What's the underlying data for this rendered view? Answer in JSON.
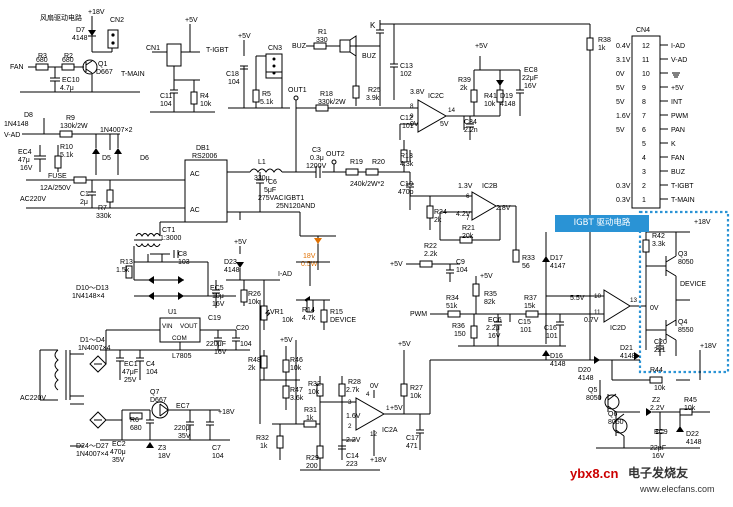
{
  "colors": {
    "wire": "#000000",
    "highlight": "#e07000",
    "callout": "#2a93d5",
    "dotted_box": "#2a93d5",
    "watermark_red": "#cc0000"
  },
  "callout": "IGBT 驱动电路",
  "watermark": {
    "site": "ybx8.cn",
    "brand": "电子发烧友",
    "url": "www.elecfans.com"
  },
  "power": {
    "p18": "+18V",
    "p5": "+5V",
    "k": "K"
  },
  "fan": {
    "title": "风扇驱动电路",
    "fan": "FAN",
    "r3": "R3",
    "r3v": "680",
    "r2": "R2",
    "r2v": "680",
    "d7": "D7",
    "d7v": "4148",
    "cn2": "CN2",
    "q1": "Q1",
    "q1v": "D667",
    "ec10": "EC10",
    "ec10v": "4.7μ"
  },
  "igbt_temp": {
    "cn1": "CN1",
    "tmain": "T-MAIN",
    "tigbt": "T-IGBT",
    "c11": "C11",
    "c11v": "104",
    "r4": "R4",
    "r4v": "10k"
  },
  "vad": {
    "vad": "V-AD",
    "d8": "D8",
    "d8v": "1N4148",
    "r9": "R9",
    "r9v": "130k/2W",
    "d56": "1N4007×2",
    "d5": "D5",
    "d6": "D6",
    "ec4": "EC4",
    "ec4v": "47μ",
    "ec4v2": "16V",
    "r10": "R10",
    "r10v": "5.1k",
    "fuse": "FUSE",
    "fusev": "12A/250V",
    "c1": "C1",
    "c1v": "2μ",
    "r7": "R7",
    "r7v": "330k",
    "ac": "AC220V"
  },
  "bridge": {
    "db1": "DB1",
    "db1v": "RS2006",
    "ac1": "AC",
    "ac2": "AC",
    "l1": "L1",
    "l1v": "330μ",
    "c6": "C6",
    "c6v": "5μF",
    "c6v2": "275VAC",
    "ct1": "CT1",
    "ct1v": "1:3000"
  },
  "cn3": {
    "cn3": "CN3",
    "c18": "C18",
    "c18v": "104",
    "r5": "R5",
    "r5v": "5.1k"
  },
  "buz": {
    "buz": "BUZ",
    "buzz": "BUZ",
    "r1": "R1",
    "r1v": "330",
    "r25": "R25",
    "r25v": "3.9k",
    "c13": "C13",
    "c13v": "102"
  },
  "out": {
    "out1": "OUT1",
    "out2": "OUT2",
    "r18": "R18",
    "r18v": "330k/2W",
    "c12": "C12",
    "c12v": "101",
    "c3": "C3",
    "c3v": "0.3μ",
    "c3v2": "1200V",
    "r19": "R19",
    "r19v": "240k/2W*2",
    "r20": "R20",
    "igbt1": "IGBT1",
    "igbt1v": "25N120AND",
    "v18": "18V",
    "w05": "0.5W"
  },
  "ic2c": {
    "name": "IC2C",
    "v38": "3.8V",
    "v0": "0V",
    "v5": "5V",
    "p8": "8",
    "p9": "9",
    "p14": "14",
    "r39": "R39",
    "r39v": "2k",
    "r41": "R41",
    "r41v": "10k",
    "d19": "D19",
    "d19v": "4148",
    "ec8": "EC8",
    "ec8v": "22μF",
    "ec8v2": "16V",
    "c34": "C34",
    "c34v": "2.2n",
    "r38": "R38",
    "r38v": "1k"
  },
  "ic2b": {
    "name": "IC2B",
    "v13": "1.3V",
    "v42": "4.2V",
    "v28": "2.8V",
    "p6": "6",
    "p7": "7",
    "r13": "R13",
    "r13v": "4.3k",
    "c10": "C10",
    "c10v": "470p",
    "r24": "R24",
    "r24v": "2k",
    "r21": "R21",
    "r21v": "20k",
    "r22": "R22",
    "r22v": "2.2k",
    "c9": "C9",
    "c9v": "104",
    "r33": "R33",
    "r33v": "56",
    "d17": "D17",
    "d17v": "4147"
  },
  "cn4": {
    "name": "CN4",
    "pins": [
      {
        "n": "12",
        "v": "0.4V",
        "l": "I-AD"
      },
      {
        "n": "11",
        "v": "3.1V",
        "l": "V-AD"
      },
      {
        "n": "10",
        "v": "0V",
        "l": "GND"
      },
      {
        "n": "9",
        "v": "5V",
        "l": "+5V"
      },
      {
        "n": "8",
        "v": "5V",
        "l": "INT"
      },
      {
        "n": "7",
        "v": "1.6V",
        "l": "PWM"
      },
      {
        "n": "6",
        "v": "5V",
        "l": "PAN"
      },
      {
        "n": "5",
        "v": "",
        "l": "K"
      },
      {
        "n": "4",
        "v": "",
        "l": "FAN"
      },
      {
        "n": "3",
        "v": "",
        "l": "BUZ"
      },
      {
        "n": "2",
        "v": "0.3V",
        "l": "T-IGBT"
      },
      {
        "n": "1",
        "v": "0.3V",
        "l": "T-MAIN"
      }
    ]
  },
  "current": {
    "r13b": "R13",
    "r13bv": "1.5k",
    "c8": "C8",
    "c8v": "103",
    "d1013": "D10～D13",
    "d1013v": "1N4148×4",
    "d23": "D23",
    "d23v": "4148",
    "iad": "I-AD",
    "ec5": "EC5",
    "ec5v": "10μ",
    "ec5v2": "16V",
    "r26": "R26",
    "r26v": "10k",
    "vr1": "VR1",
    "vr1v": "10k",
    "r14": "R14",
    "r14v": "4.7k",
    "r15": "R15",
    "r15v": "DEVICE"
  },
  "pwm": {
    "pwm": "PWM",
    "r34": "R34",
    "r34v": "51k",
    "r35": "R35",
    "r35v": "82k",
    "r36": "R36",
    "r36v": "150",
    "ec6": "EC6",
    "ec6v": "2.2μ",
    "ec6v2": "16V",
    "c15": "C15",
    "c15v": "101",
    "r37": "R37",
    "r37v": "15k",
    "c16": "C16",
    "c16v": "101"
  },
  "ic2d": {
    "name": "IC2D",
    "v55": "5.5V",
    "v07": "0.7V",
    "p10": "10",
    "p11": "11",
    "p13": "13"
  },
  "driver": {
    "r42": "R42",
    "r42v": "3.3k",
    "q3": "Q3",
    "q3v": "8050",
    "q4": "Q4",
    "q4v": "8550",
    "device": "DEVICE",
    "v0": "0V",
    "c20": "C20",
    "c20v": "221",
    "d21": "D21",
    "d21v": "4148"
  },
  "psu": {
    "u1": "U1",
    "vin": "VIN",
    "vout": "VOUT",
    "com": "COM",
    "l7805": "L7805",
    "c19": "C19",
    "c19v": "220μF",
    "c19v2": "16V",
    "c20b": "C20",
    "c20bv": "104",
    "d14": "D1～D4",
    "d14v": "1N4007×4",
    "ec1": "EC1",
    "ec1v": "47μF",
    "ec1v2": "25V",
    "c4": "C4",
    "c4v": "104",
    "ac": "AC220V",
    "d2427": "D24～D27",
    "d2427v": "1N4007×4",
    "q7": "Q7",
    "q7v": "D667",
    "r6": "R6",
    "r6v": "680",
    "ec7": "EC7",
    "ec7v": "220μ",
    "ec7v2": "35V",
    "ec2": "EC2",
    "ec2v": "470μ",
    "ec2v2": "35V",
    "z3": "Z3",
    "z3v": "18V",
    "c7": "C7",
    "c7v": "104"
  },
  "ic2a": {
    "name": "IC2A",
    "p1": "1",
    "p2": "2",
    "p3": "3",
    "p4": "4",
    "p12": "12",
    "v16": "1.6V",
    "v22": "2.2V",
    "v0": "0V",
    "r32": "R32",
    "r32v": "10k",
    "r28": "R28",
    "r28v": "2.7k",
    "r29": "R29",
    "r29v": "200",
    "c14": "C14",
    "c14v": "223",
    "r31": "R31",
    "r31v": "1k",
    "r32b": "R32",
    "r32bv": "1k",
    "r27": "R27",
    "r27v": "10k",
    "c17": "C17",
    "c17v": "471",
    "r48": "R48",
    "r48v": "2k",
    "r46": "R46",
    "r46v": "10k",
    "r47": "R47",
    "r47v": "3.6k"
  },
  "protect": {
    "d20": "D20",
    "d20v": "4148",
    "d16": "D16",
    "d16v": "4148",
    "r44": "R44",
    "r44v": "10k",
    "q5": "Q5",
    "q5v": "8050",
    "q6": "Q6",
    "q6v": "8050",
    "z2": "Z2",
    "z2v": "2.2V",
    "r45": "R45",
    "r45v": "10k",
    "ec9": "EC9",
    "ec9v": "22μF",
    "ec9v2": "16V",
    "d22": "D22",
    "d22v": "4148",
    "p18": "+18V"
  }
}
